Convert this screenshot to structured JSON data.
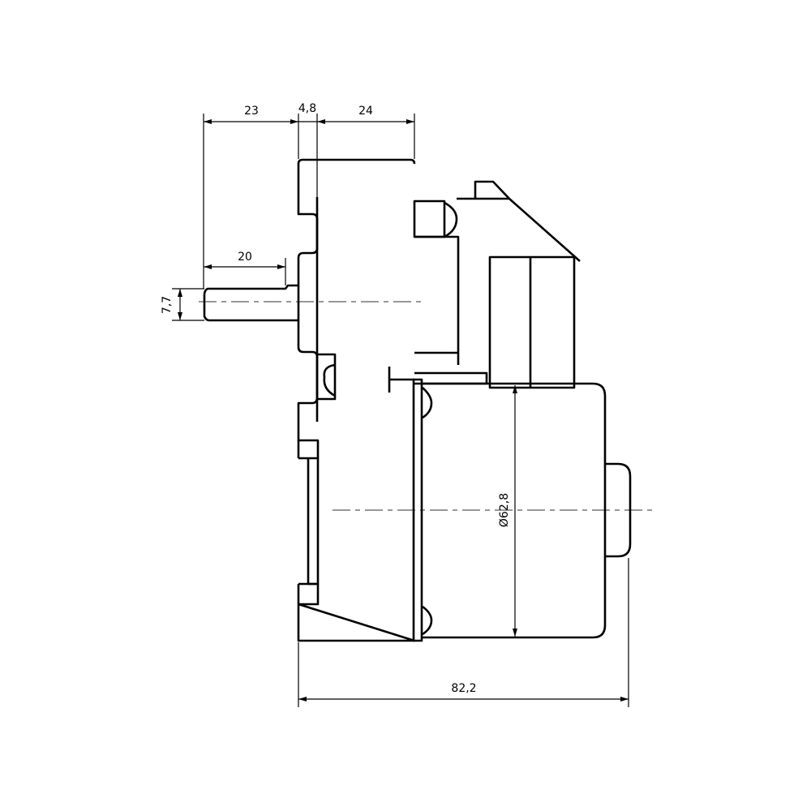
{
  "drawing": {
    "title": "Gear motor side view",
    "dimensions": {
      "shaft_protrusion": "23",
      "flange_thickness": "4,8",
      "gearbox_depth": "24",
      "shaft_length": "20",
      "shaft_diameter": "7,7",
      "motor_diameter": "Ø62,8",
      "overall_length": "82,2"
    }
  }
}
